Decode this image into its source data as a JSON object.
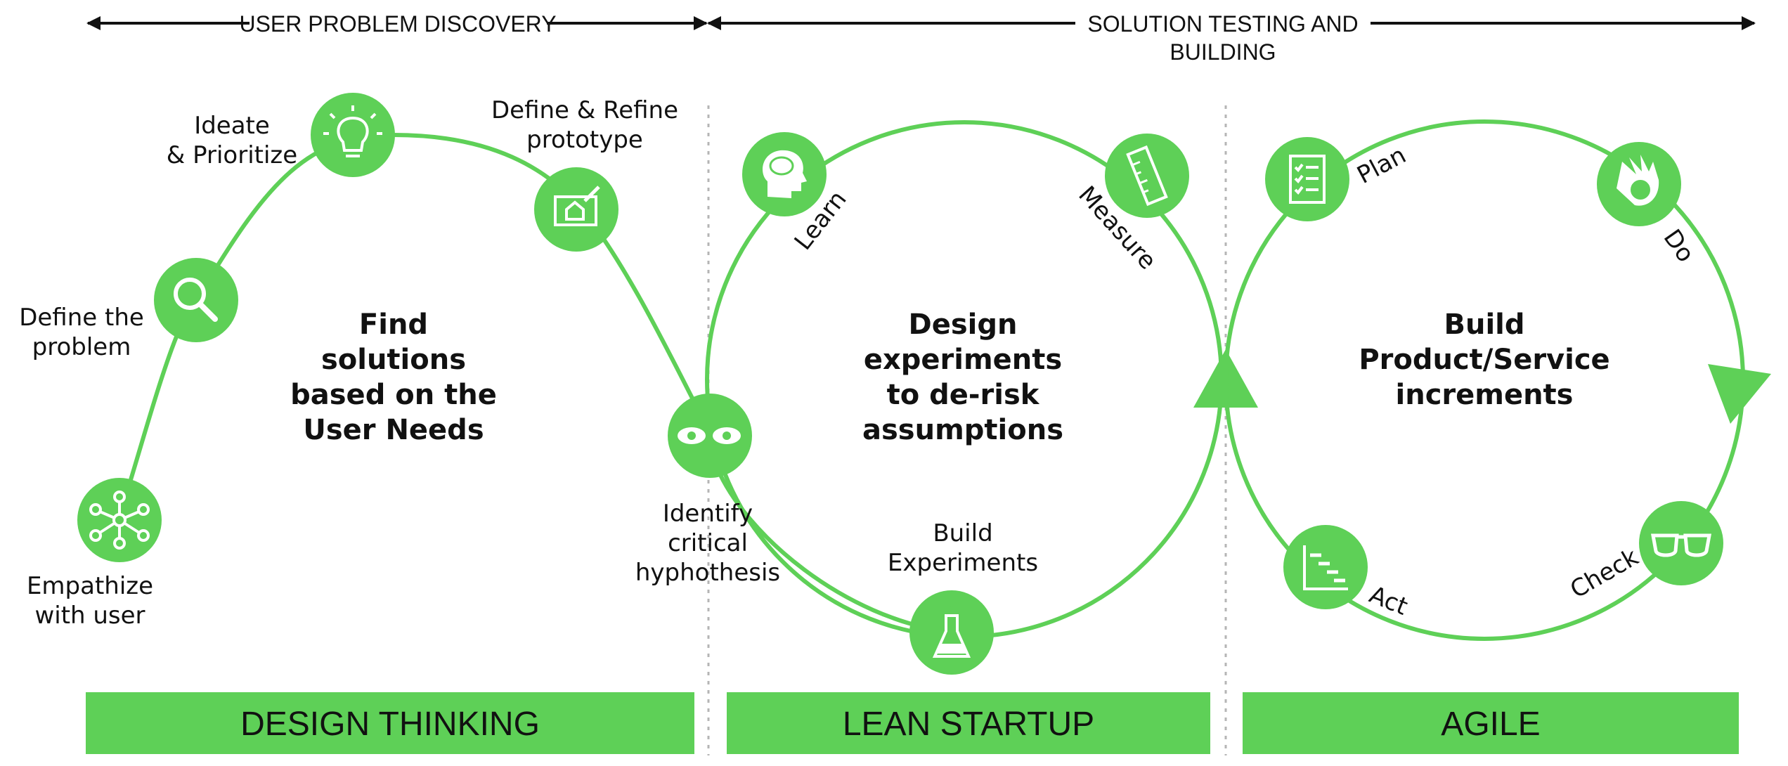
{
  "colors": {
    "accent": "#5ed057",
    "text": "#111111",
    "divider": "#b5b5b5"
  },
  "phases": {
    "discovery": "USER PROBLEM DISCOVERY",
    "testing_line1": "SOLUTION TESTING AND",
    "testing_line2": "BUILDING"
  },
  "design_thinking": {
    "band": "DESIGN THINKING",
    "center": [
      "Find",
      "solutions",
      "based on the",
      "User Needs"
    ],
    "steps": {
      "empathize": {
        "icon": "network-users-icon",
        "line1": "Empathize",
        "line2": "with user"
      },
      "define": {
        "icon": "magnifier-icon",
        "line1": "Define the",
        "line2": "problem"
      },
      "ideate": {
        "icon": "lightbulb-icon",
        "line1": "Ideate",
        "line2": "& Prioritize"
      },
      "refine": {
        "icon": "blueprint-house-icon",
        "line1": "Define & Refine",
        "line2": "prototype"
      },
      "identify": {
        "icon": "eyes-icon",
        "line1": "Identify",
        "line2": "critical",
        "line3": "hyphothesis"
      }
    }
  },
  "lean_startup": {
    "band": "LEAN STARTUP",
    "center": [
      "Design",
      "experiments",
      "to de-risk",
      "assumptions"
    ],
    "steps": {
      "learn": {
        "icon": "brain-head-icon",
        "label": "Learn"
      },
      "measure": {
        "icon": "ruler-icon",
        "label": "Measure"
      },
      "build": {
        "icon": "flask-icon",
        "line1": "Build",
        "line2": "Experiments"
      }
    }
  },
  "agile": {
    "band": "AGILE",
    "center": [
      "Build",
      "Product/Service",
      "increments"
    ],
    "steps": {
      "plan": {
        "icon": "checklist-icon",
        "label": "Plan"
      },
      "do": {
        "icon": "hand-gear-icon",
        "label": "Do"
      },
      "check": {
        "icon": "glasses-icon",
        "label": "Check"
      },
      "act": {
        "icon": "gantt-chart-icon",
        "label": "Act"
      }
    }
  }
}
